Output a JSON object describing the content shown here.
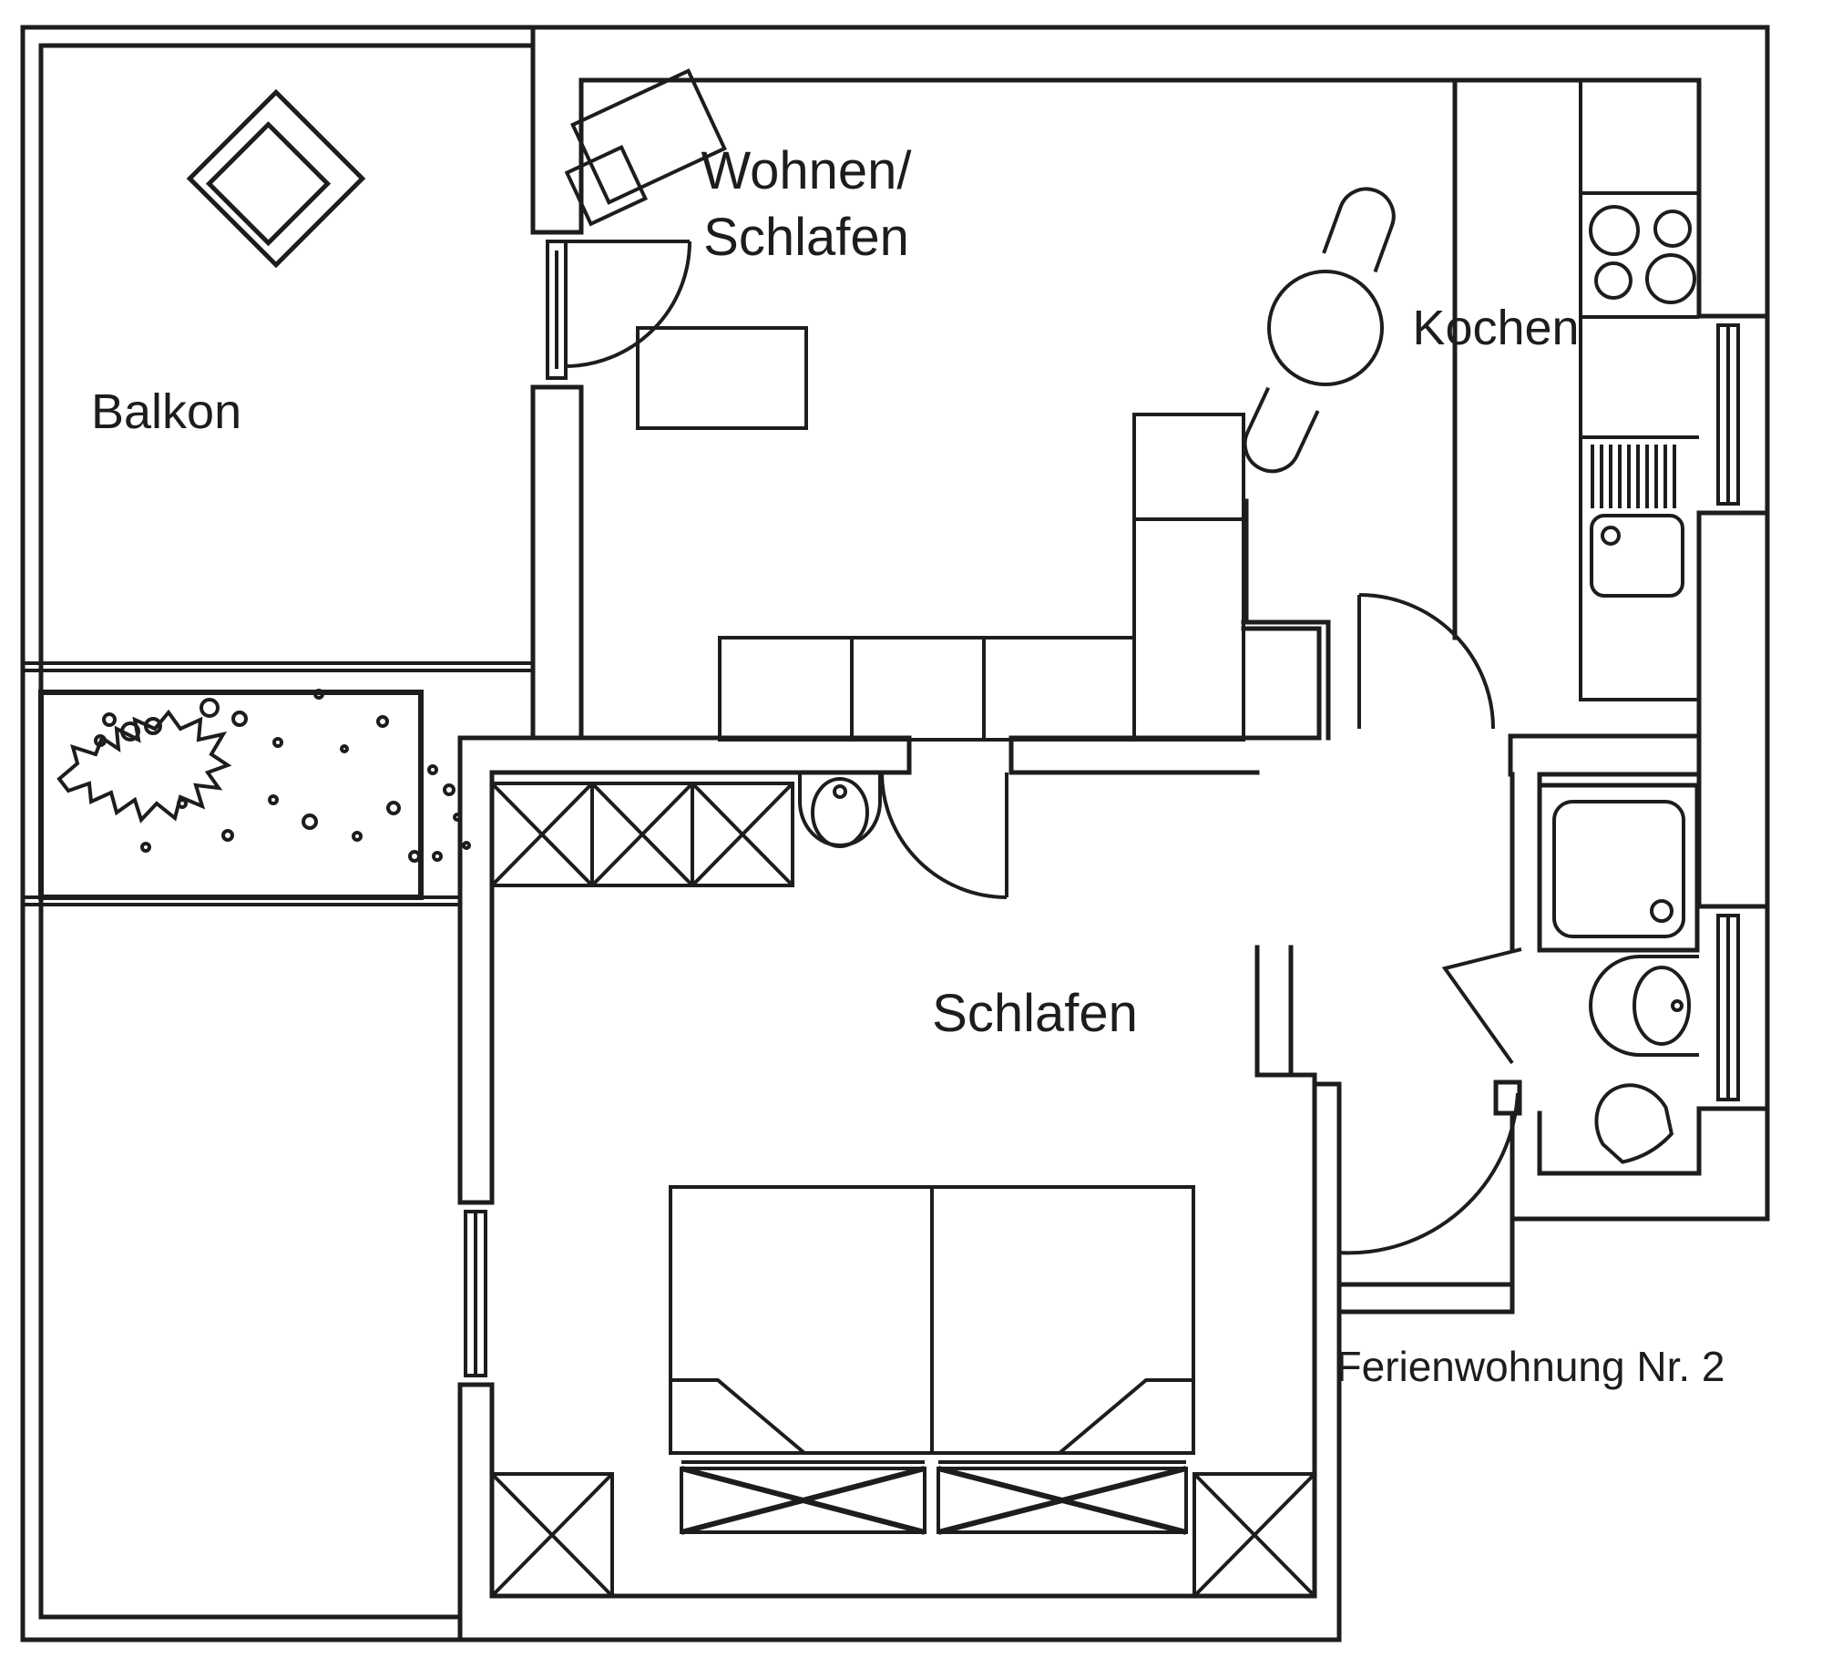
{
  "title": "Ferienwohnung Nr. 2",
  "rooms": {
    "balcony": {
      "label": "Balkon"
    },
    "living": {
      "label_line1": "Wohnen/",
      "label_line2": "Schlafen"
    },
    "kitchen": {
      "label": "Kochen"
    },
    "bedroom": {
      "label": "Schlafen"
    }
  },
  "colors": {
    "line": "#1d1d1b",
    "background": "#ffffff"
  }
}
